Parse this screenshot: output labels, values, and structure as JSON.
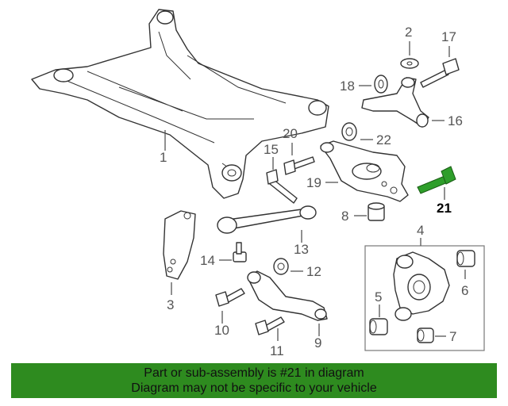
{
  "diagram": {
    "callouts": {
      "c1": "1",
      "c2": "2",
      "c3": "3",
      "c4": "4",
      "c5": "5",
      "c6": "6",
      "c7": "7",
      "c8": "8",
      "c9": "9",
      "c10": "10",
      "c11": "11",
      "c12": "12",
      "c13": "13",
      "c14": "14",
      "c15": "15",
      "c16": "16",
      "c17": "17",
      "c18": "18",
      "c19": "19",
      "c20": "20",
      "c21": "21",
      "c22": "22"
    },
    "highlight_part": "21",
    "highlight_color": "#2e9e2a"
  },
  "banner": {
    "line1": "Part or sub-assembly is #21 in diagram",
    "line2": "Diagram may not be specific to your vehicle",
    "background": "#2e8b1f"
  }
}
